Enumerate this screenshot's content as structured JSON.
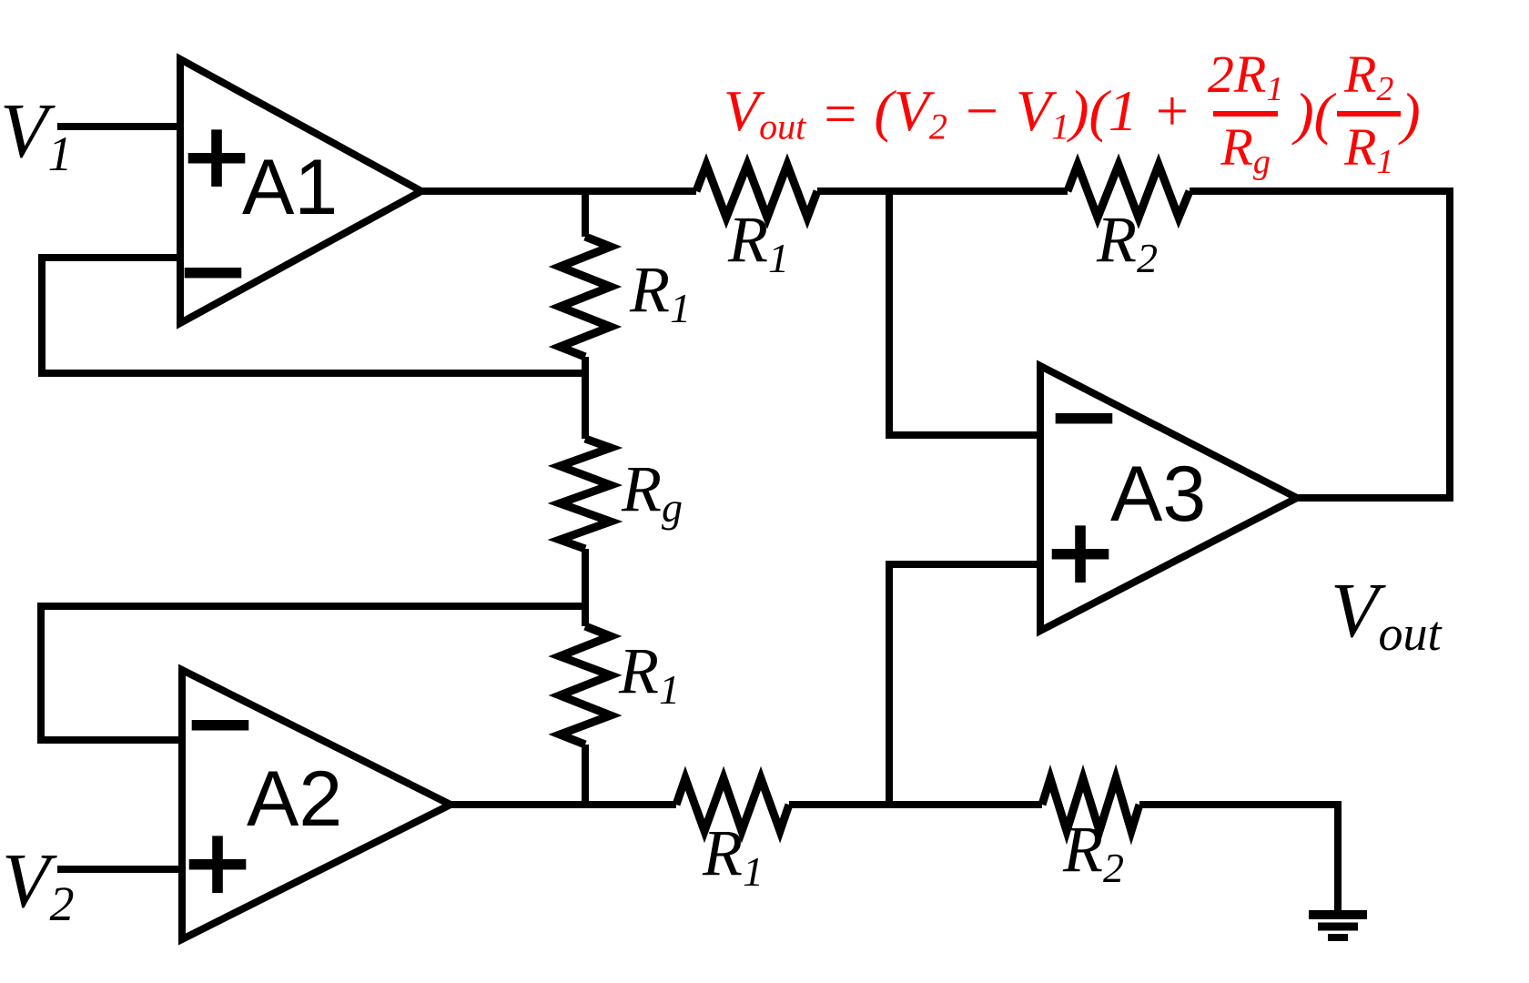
{
  "diagram": {
    "subject": "three-op-amp instrumentation amplifier schematic",
    "background_color": "#ffffff",
    "wire_color": "#000000",
    "formula_color": "#fa0505"
  },
  "inputs": {
    "v1": {
      "base": "V",
      "sub": "1"
    },
    "v2": {
      "base": "V",
      "sub": "2"
    }
  },
  "output": {
    "base": "V",
    "sub": "out"
  },
  "opamps": {
    "a1": {
      "label": "A1",
      "top_sign": "+",
      "bottom_sign": "−"
    },
    "a2": {
      "label": "A2",
      "top_sign": "−",
      "bottom_sign": "+"
    },
    "a3": {
      "label": "A3",
      "top_sign": "−",
      "bottom_sign": "+"
    }
  },
  "resistors": {
    "r1_feedback_top": {
      "base": "R",
      "sub": "1"
    },
    "rg": {
      "base": "R",
      "sub": "g"
    },
    "r1_feedback_bottom": {
      "base": "R",
      "sub": "1"
    },
    "r1_series_top": {
      "base": "R",
      "sub": "1"
    },
    "r2_series_top": {
      "base": "R",
      "sub": "2"
    },
    "r1_series_bottom": {
      "base": "R",
      "sub": "1"
    },
    "r2_series_bottom": {
      "base": "R",
      "sub": "2"
    }
  },
  "formula": {
    "lhs_base": "V",
    "lhs_sub": "out",
    "equals": "=",
    "open1": "(",
    "v2_base": "V",
    "v2_sub": "2",
    "minus": " − ",
    "v1_base": "V",
    "v1_sub": "1",
    "mid": ")(1 +",
    "frac1_num_base": "2R",
    "frac1_num_sub": "1",
    "frac1_den_base": "R",
    "frac1_den_sub": "g",
    "between": ")(",
    "frac2_num_base": "R",
    "frac2_num_sub": "2",
    "frac2_den_base": "R",
    "frac2_den_sub": "1",
    "close": ")"
  }
}
